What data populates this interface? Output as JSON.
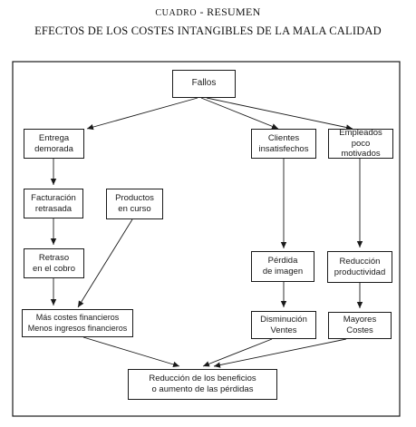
{
  "header": {
    "cuadro_label": "Cuadro",
    "cuadro_suffix": "- RESUMEN",
    "subtitle": "EFECTOS DE LOS COSTES INTANGIBLES DE LA MALA CALIDAD"
  },
  "nodes": {
    "fallos": "Fallos",
    "entrega": "Entrega\ndemorada",
    "clientes": "Clientes\ninsatisfechos",
    "empleados": "Empleados\npoco motivados",
    "facturacion": "Facturación\nretrasada",
    "productos": "Productos\nen curso",
    "retraso": "Retraso\nen el cobro",
    "perdida": "Pérdida\nde imagen",
    "reduccion_prod": "Reducción\nproductividad",
    "costes_fin": "Más costes financieros\nMenos ingresos financieros",
    "disminucion": "Disminución\nVentes",
    "mayores": "Mayores\nCostes",
    "resultado": "Reducción de los beneficios\no aumento de las pérdidas"
  },
  "colors": {
    "line": "#1a1a1a",
    "background": "#ffffff"
  }
}
